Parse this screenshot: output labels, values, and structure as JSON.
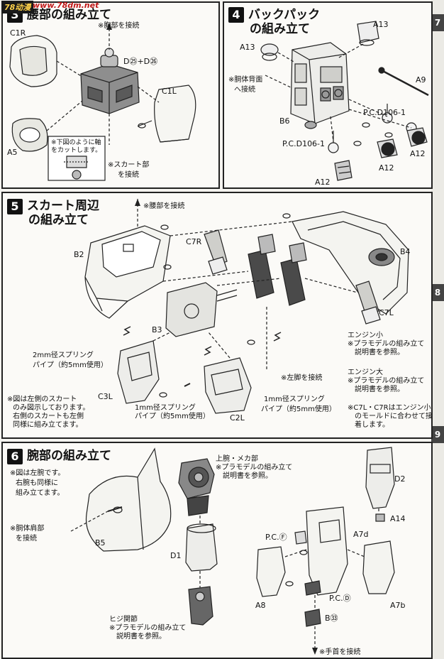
{
  "watermark": {
    "logo": "78动漫",
    "url": "www.78dm.net"
  },
  "step3": {
    "number": "3",
    "title": "腰部の組み立て",
    "labels": {
      "c1r": "C1R",
      "c1l": "C1L",
      "a5": "A5",
      "d25": "D㉕+D㉖"
    },
    "notes": {
      "connect_chest": "※胸部を接続",
      "cut_hint": "※下図のように軸\nをカットします。",
      "connect_skirt_1": "※スカート部",
      "connect_skirt_2": "を接続"
    }
  },
  "step4": {
    "number": "4",
    "title_line1": "バックパック",
    "title_line2": "の組み立て",
    "labels": {
      "a13_top": "A13",
      "a13_left": "A13",
      "a9": "A9",
      "pcd_right": "P.C.D106-1",
      "b6": "B6",
      "pcd_left": "P.C.D106-1",
      "a12_right": "A12",
      "a12_mid": "A12",
      "a12_bottom": "A12"
    },
    "notes": {
      "connect_back_1": "※胴体背面",
      "connect_back_2": "へ接続"
    }
  },
  "step5": {
    "number": "5",
    "title_line1": "スカート周辺",
    "title_line2": "の組み立て",
    "labels": {
      "b2": "B2",
      "c7r": "C7R",
      "b4": "B4",
      "b3": "B3",
      "c7l": "C7L",
      "c3l": "C3L",
      "c2l": "C2L"
    },
    "notes": {
      "connect_waist": "※腰部を接続",
      "spring2_1": "2mm径スプリング",
      "spring2_2": "パイプ（約5mm使用）",
      "engine_small": "エンジン小",
      "engine_small_n1": "※プラモデルの組み立て",
      "engine_small_n2": "説明書を参照。",
      "connect_left_leg": "※左脚を接続",
      "engine_large": "エンジン大",
      "engine_large_n1": "※プラモデルの組み立て",
      "engine_large_n2": "説明書を参照。",
      "left_note_1": "※図は左側のスカート",
      "left_note_2": "のみ図示しております。",
      "left_note_3": "右側のスカートも左側",
      "left_note_4": "同様に組み立てます。",
      "spring1a_1": "1mm径スプリング",
      "spring1a_2": "パイプ（約5mm使用）",
      "spring1b_1": "1mm径スプリング",
      "spring1b_2": "パイプ（約5mm使用）",
      "c7_note_1": "※C7L・C7Rはエンジン小",
      "c7_note_2": "のモールドに合わせて接",
      "c7_note_3": "着します。"
    }
  },
  "step6": {
    "number": "6",
    "title": "腕部の組み立て",
    "labels": {
      "b5": "B5",
      "d1": "D1",
      "d2": "D2",
      "a14": "A14",
      "pcf": "P.C.Ⓕ",
      "a7d": "A7d",
      "a8": "A8",
      "a7b": "A7b",
      "pcd": "P.C.Ⓓ",
      "b33": "B㉝"
    },
    "notes": {
      "left_arm_1": "※図は左腕です。",
      "left_arm_2": "右腕も同様に",
      "left_arm_3": "組み立てます。",
      "shoulder_1": "※胴体肩部",
      "shoulder_2": "を接続",
      "upper_arm": "上腕・メカ部",
      "upper_arm_n1": "※プラモデルの組み立て",
      "upper_arm_n2": "説明書を参照。",
      "elbow": "ヒジ関節",
      "elbow_n1": "※プラモデルの組み立て",
      "elbow_n2": "説明書を参照。",
      "connect_hand": "※手首を接続"
    }
  },
  "side_tabs": [
    "7",
    "8",
    "9"
  ]
}
